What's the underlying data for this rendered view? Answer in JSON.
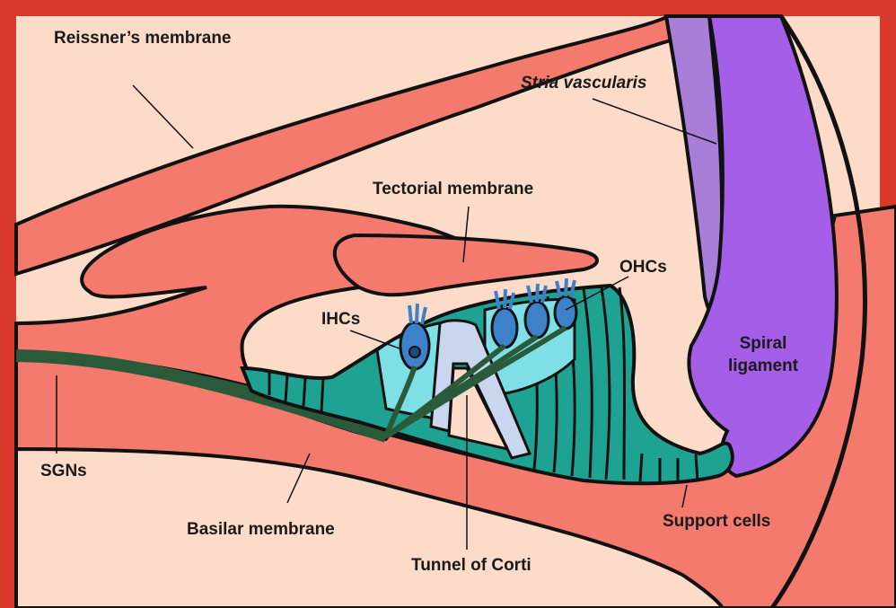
{
  "labels": {
    "reissners_membrane": "Reissner’s membrane",
    "stria_vascularis": "Stria vascularis",
    "tectorial_membrane": "Tectorial membrane",
    "ohcs": "OHCs",
    "ihcs": "IHCs",
    "spiral_ligament": "Spiral ligament",
    "sgns": "SGNs",
    "basilar_membrane": "Basilar membrane",
    "support_cells": "Support cells",
    "tunnel_of_corti": "Tunnel of Corti"
  },
  "colors": {
    "frame": "#d8392b",
    "background_fluid": "#fcdcc8",
    "membrane_salmon": "#f47a6e",
    "stria_vascularis": "#a87ed8",
    "spiral_ligament": "#a45ee8",
    "support_cells": "#1ea392",
    "hair_cells_light": "#7ee0e6",
    "hair_cell_nucleus": "#3d82c8",
    "tunnel_pillars": "#c9d6ee",
    "nerve_fibers": "#2a5a3a",
    "outline": "#111111"
  }
}
